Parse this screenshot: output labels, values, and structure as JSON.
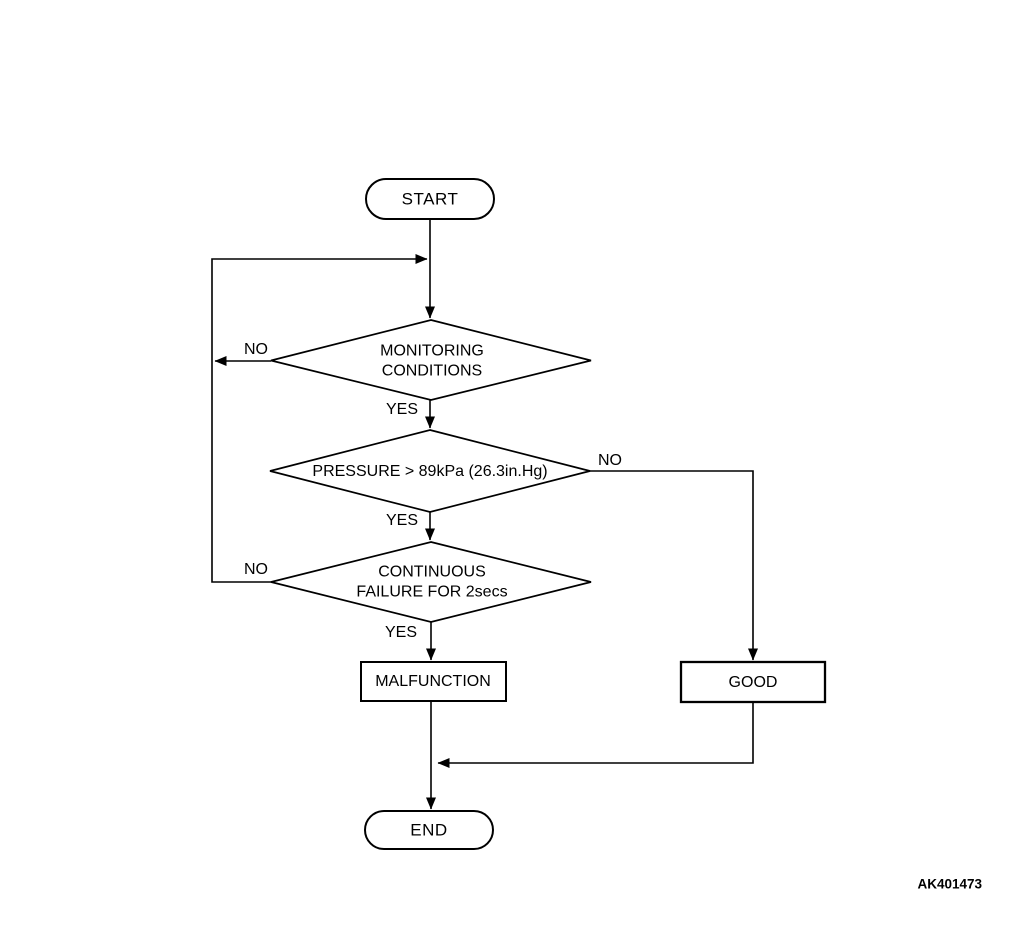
{
  "diagram": {
    "nodes": {
      "start": {
        "label": "START"
      },
      "monitoring": {
        "line1": "MONITORING",
        "line2": "CONDITIONS"
      },
      "pressure": {
        "label": "PRESSURE > 89kPa (26.3in.Hg)"
      },
      "continuous": {
        "line1": "CONTINUOUS",
        "line2": "FAILURE FOR 2secs"
      },
      "malfunction": {
        "label": "MALFUNCTION"
      },
      "good": {
        "label": "GOOD"
      },
      "end": {
        "label": "END"
      }
    },
    "edge_labels": {
      "monitoring_no": "NO",
      "monitoring_yes": "YES",
      "pressure_no": "NO",
      "pressure_yes": "YES",
      "continuous_no": "NO",
      "continuous_yes": "YES"
    },
    "figure_code": "AK401473",
    "colors": {
      "line": "#000000",
      "text": "#000000",
      "background": "#ffffff"
    }
  }
}
